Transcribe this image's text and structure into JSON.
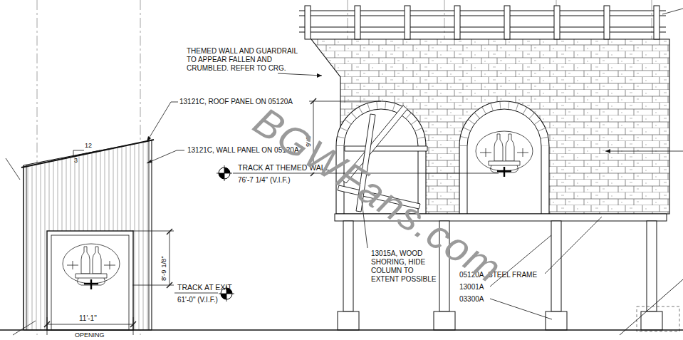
{
  "diagram": {
    "labels": [
      "THEMED WALL AND GUARDRAIL TO APPEAR FALLEN AND CRUMBLED. REFER TO CRG.",
      "13121C, ROOF PANEL ON 05120A",
      "13121C, WALL PANEL ON 05120A",
      "3",
      "12",
      "9'-8\"",
      "TRACK AT THEMED WALL",
      "76'-7 1/4\" (V.I.F.)",
      "13015A, WOOD SHORING, HIDE COLUMN TO EXTENT POSSIBLE",
      "8'-9 1/8\"",
      "TRACK AT EXIT",
      "61'-0\" (V.I.F.)",
      "11'-1\"",
      "OPENING",
      "05120A, STEEL FRAME",
      "13001A",
      "03300A",
      "BGWFans.com"
    ]
  }
}
